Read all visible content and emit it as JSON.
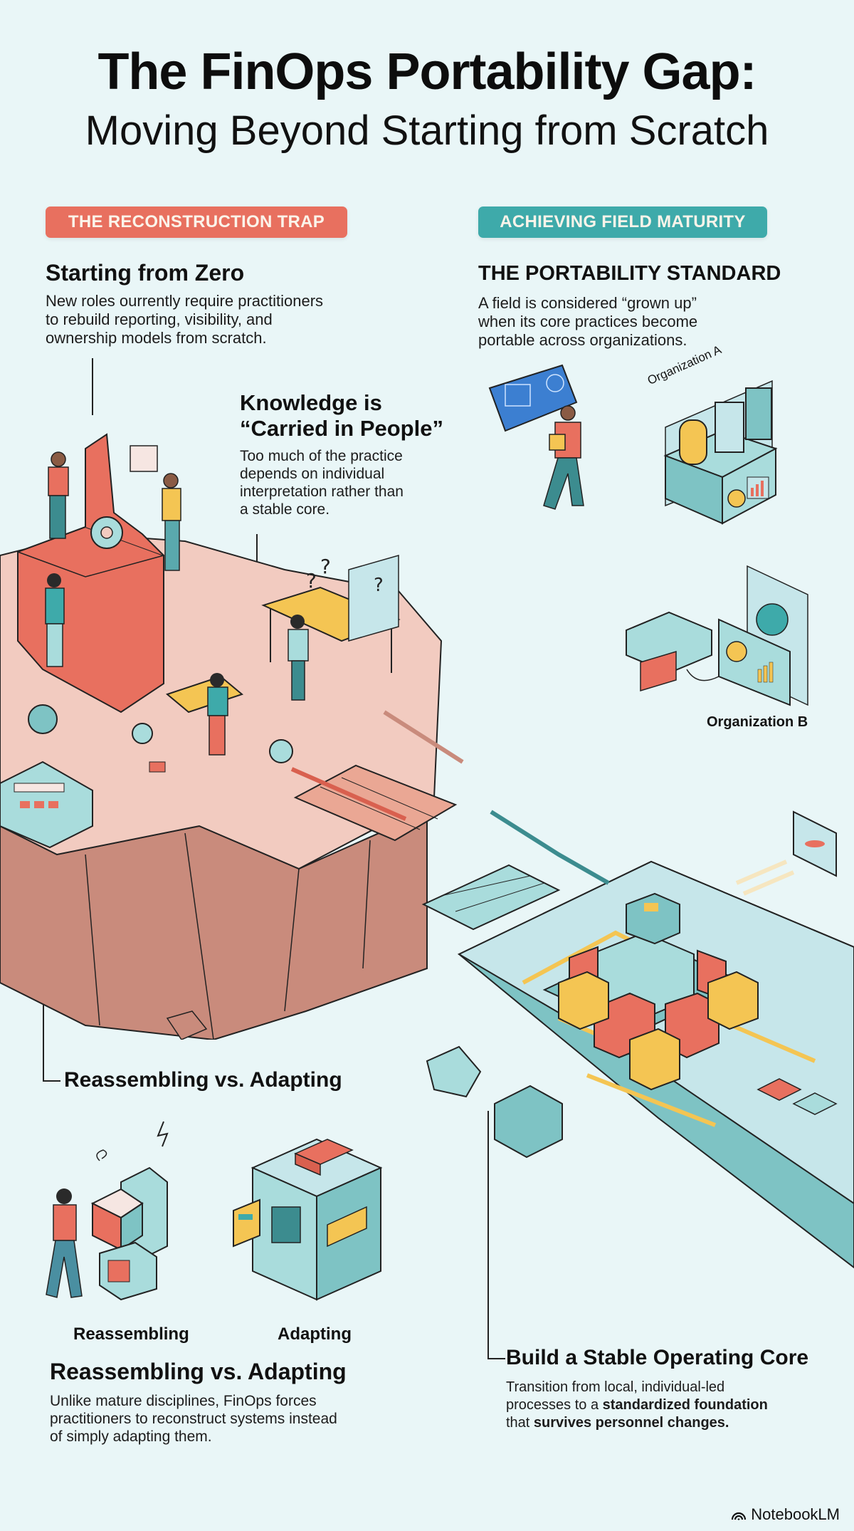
{
  "header": {
    "title": "The FinOps Portability Gap:",
    "subtitle": "Moving Beyond Starting from Scratch"
  },
  "left_section": {
    "pill": "THE RECONSTRUCTION TRAP",
    "pill_color": "#e8705f",
    "starting_from_zero": {
      "heading": "Starting from Zero",
      "body_lines": [
        "New roles ourrently require practitioners",
        "to rebuild reporting, visibility, and",
        "ownership models from scratch."
      ]
    },
    "knowledge": {
      "heading_lines": [
        "Knowledge is",
        "“Carried in People”"
      ],
      "body_lines": [
        "Too much of the practice",
        "depends on individual",
        "interpretation rather than",
        "a stable core."
      ]
    },
    "callout_label": "Reassembling vs. Adapting",
    "comparison": {
      "left_label": "Reassembling",
      "right_label": "Adapting"
    },
    "reassembling": {
      "heading": "Reassembling vs. Adapting",
      "body_lines": [
        "Unlike mature disciplines, FinOps forces",
        "practitioners to reconstruct systems instead",
        "of simply adapting them."
      ]
    }
  },
  "right_section": {
    "pill": "ACHIEVING FIELD MATURITY",
    "pill_color": "#3eaaaa",
    "portability": {
      "heading": "THE PORTABILITY STANDARD",
      "body_lines": [
        "A field is considered “grown up”",
        "when its core practices become",
        "portable across organizations."
      ]
    },
    "org_a_label": "Organization A",
    "org_b_label": "Organization B",
    "stable_core": {
      "heading": "Build a Stable Operating Core",
      "line1": "Transition from local, individual-led",
      "line2_plain": "processes to a ",
      "line2_bold": "standardized foundation",
      "line3_plain": "that ",
      "line3_bold": "survives personnel changes."
    }
  },
  "footer": {
    "brand": "NotebookLM"
  },
  "palette": {
    "background": "#e9f6f7",
    "coral": "#e8705f",
    "teal": "#3eaaaa",
    "light_teal": "#a9dcdc",
    "yellow": "#f4c553",
    "rock": "#f2cbc0",
    "cliff": "#c98b7c"
  }
}
